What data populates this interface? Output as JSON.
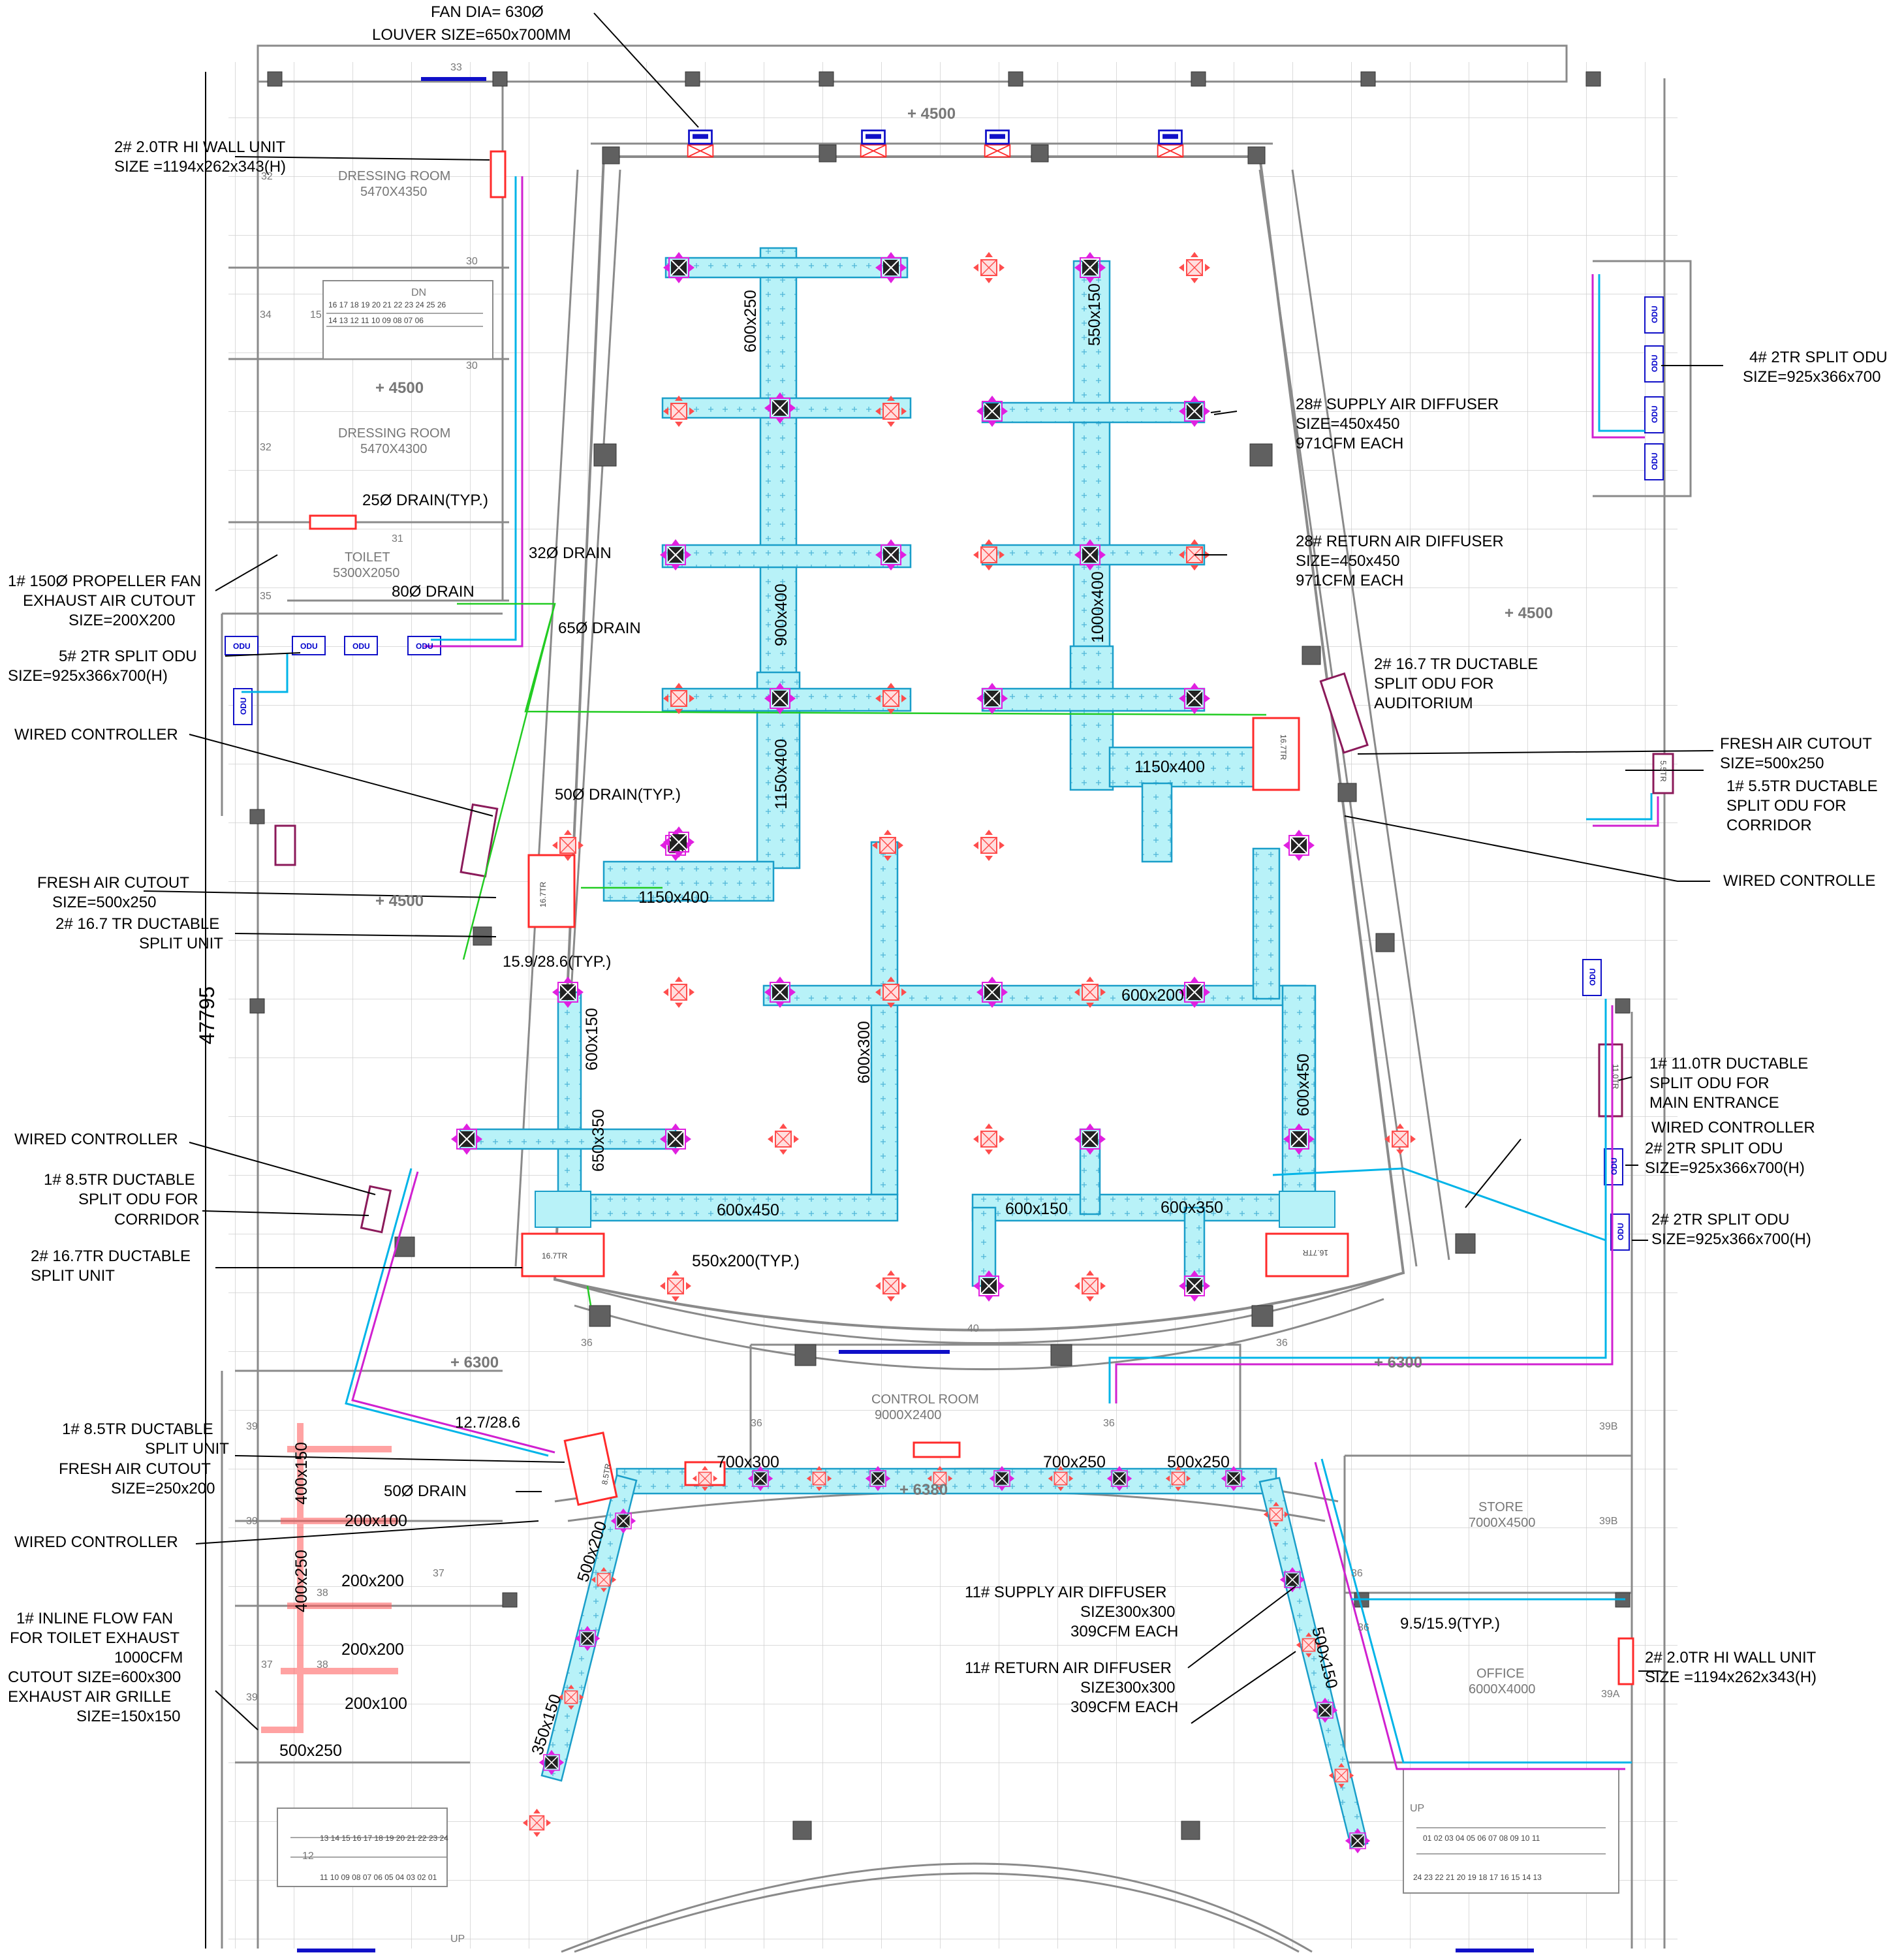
{
  "labels": {
    "fan_top_1": "FAN DIA= 630Ø",
    "fan_top_2": "LOUVER SIZE=650x700MM",
    "hiwall_top_1": "2# 2.0TR HI WALL UNIT",
    "hiwall_top_2": "SIZE =1194x262x343(H)",
    "drain25": "25Ø DRAIN(TYP.)",
    "drain32": "32Ø DRAIN",
    "drain80": "80Ø DRAIN",
    "drain65": "65Ø DRAIN",
    "drain50_typ": "50Ø DRAIN(TYP.)",
    "prop_fan_1": "1# 150Ø PROPELLER FAN",
    "prop_fan_2": "EXHAUST AIR CUTOUT",
    "prop_fan_3": "SIZE=200X200",
    "odu5_1": "5# 2TR SPLIT ODU",
    "odu5_2": "SIZE=925x366x700(H)",
    "wired_ctrl": "WIRED CONTROLLER",
    "wired_ctrl_trunc": "WIRED CONTROLLE",
    "fresh_air_1": "FRESH AIR CUTOUT",
    "fresh_air_2": "SIZE=500x250",
    "duct_split_1": "2# 16.7 TR DUCTABLE",
    "duct_split_2": "SPLIT UNIT",
    "pipe_159": "15.9/28.6(TYP.)",
    "corr85_1": "1# 8.5TR DUCTABLE",
    "corr85_2": "SPLIT ODU FOR",
    "corr85_3": "CORRIDOR",
    "split167_1": "2# 16.7TR DUCTABLE",
    "split167_2": "SPLIT UNIT",
    "supply28_1": "28# SUPPLY AIR DIFFUSER",
    "supply28_2": "SIZE=450x450",
    "supply28_3": "971CFM EACH",
    "return28_1": "28# RETURN AIR DIFFUSER",
    "return28_2": "SIZE=450x450",
    "return28_3": "971CFM EACH",
    "odu4_1": "4# 2TR SPLIT ODU",
    "odu4_2": "SIZE=925x366x700",
    "aud_odu_1": "2# 16.7 TR DUCTABLE",
    "aud_odu_2": "SPLIT ODU FOR",
    "aud_odu_3": "AUDITORIUM",
    "fresh_r_1": "FRESH AIR CUTOUT",
    "fresh_r_2": "SIZE=500x250",
    "corr55_1": "1# 5.5TR DUCTABLE",
    "corr55_2": "SPLIT ODU FOR",
    "corr55_3": "CORRIDOR",
    "main11_1": "1# 11.0TR DUCTABLE",
    "main11_2": "SPLIT ODU FOR",
    "main11_3": "MAIN ENTRANCE",
    "odu2a_1": "2# 2TR SPLIT ODU",
    "odu2a_2": "SIZE=925x366x700(H)",
    "odu2b_1": "2# 2TR SPLIT ODU",
    "odu2b_2": "SIZE=925x366x700(H)",
    "split85_1": "1# 8.5TR DUCTABLE",
    "split85_2": "SPLIT UNIT",
    "fresh_s_1": "FRESH AIR CUTOUT",
    "fresh_s_2": "SIZE=250x200",
    "pipe_127": "12.7/28.6",
    "drain50": "50Ø DRAIN",
    "inline_1": "1#  INLINE FLOW FAN",
    "inline_2": "FOR TOILET EXHAUST",
    "inline_3": "1000CFM",
    "inline_4": "CUTOUT SIZE=600x300",
    "inline_5": "EXHAUST AIR GRILLE",
    "inline_6": "SIZE=150x150",
    "supply11_1": "11# SUPPLY AIR DIFFUSER",
    "supply11_2": "SIZE300x300",
    "supply11_3": "309CFM EACH",
    "return11_1": "11# RETURN AIR DIFFUSER",
    "return11_2": "SIZE300x300",
    "return11_3": "309CFM EACH",
    "pipe_95": "9.5/15.9(TYP.)",
    "hiwall_bot_1": "2# 2.0TR HI WALL UNIT",
    "hiwall_bot_2": "SIZE =1194x262x343(H)",
    "dim_total": "47795",
    "odu": "ODU"
  },
  "ducts": {
    "d1": "600x250",
    "d2": "550x150",
    "d3": "900x400",
    "d4": "1000x400",
    "d5": "1150x400",
    "d6": "1150x400",
    "d7": "1150x400",
    "d8": "600x200",
    "d9": "600x150",
    "d10": "600x300",
    "d11": "650x350",
    "d12": "600x450",
    "d13": "600x450",
    "d14": "550x200(TYP.)",
    "d15": "600x150",
    "d16": "600x350",
    "d17": "700x300",
    "d18": "700x250",
    "d19": "500x250",
    "d20": "500x200",
    "d21": "350x150",
    "d22": "500x150",
    "d23": "400x150",
    "d24": "400x250",
    "d25": "200x100",
    "d26": "200x200",
    "d27": "200x200",
    "d28": "200x100",
    "d29": "500x250"
  },
  "rooms": {
    "dress1": "DRESSING ROOM",
    "dress1_size": "5470X4350",
    "dress2": "DRESSING ROOM",
    "dress2_size": "5470X4300",
    "toilet": "TOILET",
    "toilet_size": "5300X2050",
    "control": "CONTROL ROOM",
    "control_size": "9000X2400",
    "store": "STORE",
    "store_size": "7000X4500",
    "office": "OFFICE",
    "office_size": "6000X4000"
  },
  "levels": {
    "l1": "+ 4500",
    "l2": "+ 4500",
    "l3": "+ 4500",
    "l4": "+ 4500",
    "l5": "+ 6300",
    "l6": "+ 6300",
    "l7": "+ 6380"
  },
  "stairs": {
    "dn": "DN",
    "up": "UP",
    "top_row": "16 17 18 19 20 21 22 23 24 25 26",
    "bot_row": "14 13 12 11 10 09 08 07 06",
    "left_top": "13 14 15 16 17 18 19 20 21 22 23 24",
    "left_bot": "11 10 09 08 07 06 05 04 03 02 01",
    "right_top": "01 02 03 04 05 06 07 08 09 10 11",
    "right_bot": "24 23 22 21 20 19 18 17 16 15 14 13"
  },
  "marks": {
    "m33": "33",
    "m32a": "32",
    "m30a": "30",
    "m34": "34",
    "m30b": "30",
    "m32b": "32",
    "m31": "31",
    "m35": "35",
    "m40": "40",
    "m36a": "36",
    "m36b": "36",
    "m36c": "36",
    "m36d": "36",
    "m36e": "36",
    "m36f": "36",
    "m39a": "39",
    "m39b": "39",
    "m39c": "39",
    "m37a": "37",
    "m37b": "37",
    "m38a": "38",
    "m38b": "38",
    "m39B1": "39B",
    "m39B2": "39B",
    "m39A": "39A",
    "m15": "15",
    "m12": "12"
  },
  "unit_tags": {
    "u167": "16.7TR",
    "u85": "8.5TR",
    "u55": "5.5TR",
    "u110": "11.0TR"
  },
  "colors": {
    "duct_fill": "#b8f2f8",
    "duct_edge": "#1a9ec9",
    "diffuser": "#e020e0",
    "return": "#ff5555",
    "drain": "#22cc22",
    "pipe_cyan": "#00b4e8",
    "pipe_magenta": "#d020d0",
    "unit_red": "#ff2a2a",
    "odu_blue": "#1010c8"
  }
}
